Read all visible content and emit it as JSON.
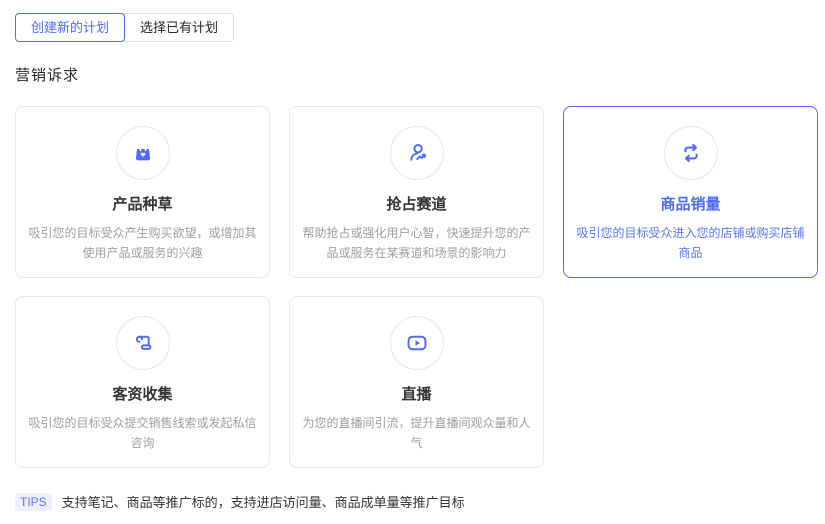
{
  "tabs": [
    {
      "label": "创建新的计划",
      "selected": true
    },
    {
      "label": "选择已有计划",
      "selected": false
    }
  ],
  "section_title": "营销诉求",
  "cards": [
    {
      "title": "产品种草",
      "description": "吸引您的目标受众产生购买欲望，或增加其使用产品或服务的兴趣",
      "icon": "bag-heart-icon",
      "selected": false
    },
    {
      "title": "抢占赛道",
      "description": "帮助抢占或强化用户心智，快速提升您的产品或服务在某赛道和场景的影响力",
      "icon": "user-growth-icon",
      "selected": false
    },
    {
      "title": "商品销量",
      "description": "吸引您的目标受众进入您的店铺或购买店铺商品",
      "icon": "sync-icon",
      "selected": true
    },
    {
      "title": "客资收集",
      "description": "吸引您的目标受众提交销售线索或发起私信咨询",
      "icon": "scroll-icon",
      "selected": false
    },
    {
      "title": "直播",
      "description": "为您的直播间引流，提升直播间观众量和人气",
      "icon": "live-video-icon",
      "selected": false
    }
  ],
  "tips": {
    "badge": "TIPS",
    "text": "支持笔记、商品等推广标的，支持进店访问量、商品成单量等推广目标"
  },
  "colors": {
    "accent": "#4d6af8",
    "selected_desc": "#5d74f0",
    "card_border": "#e7e7e7",
    "muted_text": "#9e9e9e",
    "tips_badge_bg": "#edf0fe",
    "tips_badge_text": "#6272f1"
  }
}
